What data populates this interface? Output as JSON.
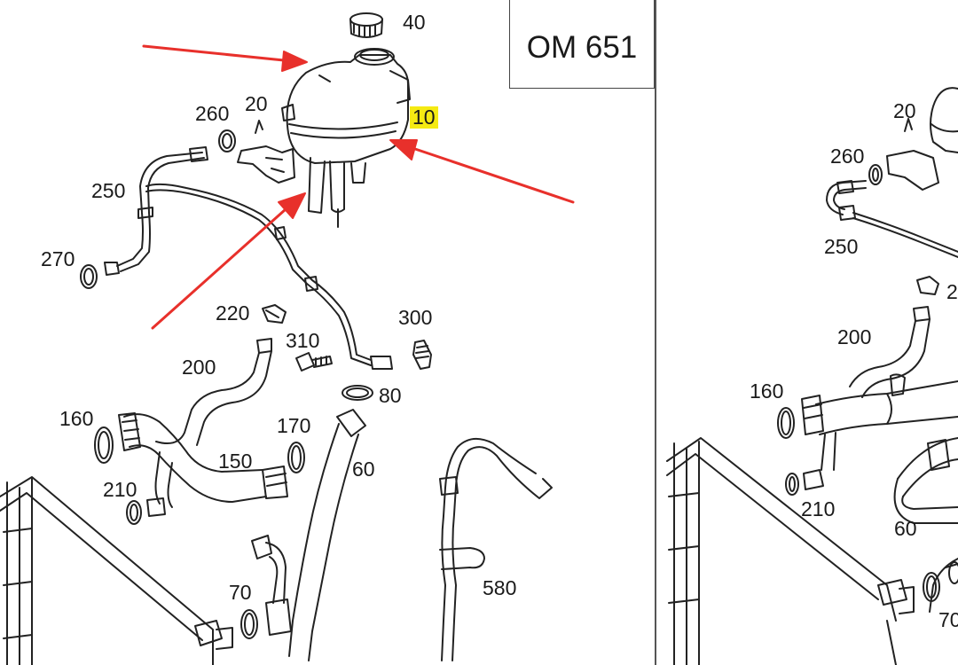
{
  "engine_code": "OM 651",
  "parts_left": [
    {
      "id": "p40",
      "text": "40"
    },
    {
      "id": "p10",
      "text": "10",
      "highlight": true
    },
    {
      "id": "p20",
      "text": "20"
    },
    {
      "id": "p260",
      "text": "260"
    },
    {
      "id": "p250",
      "text": "250"
    },
    {
      "id": "p270",
      "text": "270"
    },
    {
      "id": "p220",
      "text": "220"
    },
    {
      "id": "p300",
      "text": "300"
    },
    {
      "id": "p310",
      "text": "310"
    },
    {
      "id": "p80",
      "text": "80"
    },
    {
      "id": "p200",
      "text": "200"
    },
    {
      "id": "p160",
      "text": "160"
    },
    {
      "id": "p170",
      "text": "170"
    },
    {
      "id": "p150",
      "text": "150"
    },
    {
      "id": "p60",
      "text": "60"
    },
    {
      "id": "p210",
      "text": "210"
    },
    {
      "id": "p70",
      "text": "70"
    },
    {
      "id": "p580",
      "text": "580"
    }
  ],
  "parts_right": [
    {
      "id": "r20",
      "text": "20"
    },
    {
      "id": "r260",
      "text": "260"
    },
    {
      "id": "r250",
      "text": "250"
    },
    {
      "id": "r2",
      "text": "2"
    },
    {
      "id": "r200",
      "text": "200"
    },
    {
      "id": "r160",
      "text": "160"
    },
    {
      "id": "r210",
      "text": "210"
    },
    {
      "id": "r60",
      "text": "60"
    },
    {
      "id": "r70",
      "text": "70"
    }
  ],
  "colors": {
    "arrow": "#e8302b",
    "highlight": "#f5ea13",
    "line": "#222222"
  }
}
